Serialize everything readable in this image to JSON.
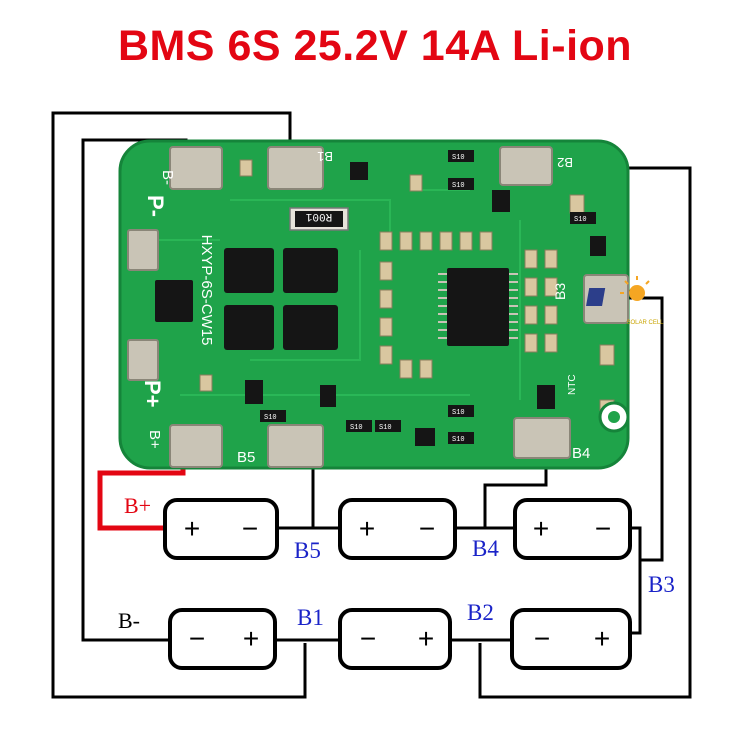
{
  "title": "BMS 6S 25.2V 14A Li-ion",
  "colors": {
    "title": "#e30613",
    "board": "#1fa34a",
    "board_edge": "#15843a",
    "wire": "#000000",
    "bplus_wire": "#e30613",
    "label_blue": "#1a23c8",
    "pad": "#c9c4b6"
  },
  "board": {
    "silk_model": "HXYP-6S-CW15",
    "resistor_code": "R001",
    "pad_labels": {
      "bminus": "B-",
      "pminus": "P-",
      "pplus": "P+",
      "bplus": "B+",
      "b1": "B1",
      "b2": "B2",
      "b3": "B3",
      "b4": "B4",
      "b5": "B5",
      "ntc": "NTC"
    },
    "small_markings": [
      "S10",
      "S10",
      "S10",
      "S10",
      "S10",
      "S10",
      "S10",
      "S10"
    ],
    "logo_text": "SOLAR CELL"
  },
  "wiring_labels": {
    "bplus": "B+",
    "bminus": "B-",
    "b1": "B1",
    "b2": "B2",
    "b3": "B3",
    "b4": "B4",
    "b5": "B5"
  },
  "cells": {
    "top_row": [
      {
        "left": "+",
        "right": "−"
      },
      {
        "left": "+",
        "right": "−"
      },
      {
        "left": "+",
        "right": "−"
      }
    ],
    "bottom_row": [
      {
        "left": "−",
        "right": "+"
      },
      {
        "left": "−",
        "right": "+"
      },
      {
        "left": "−",
        "right": "+"
      }
    ]
  }
}
